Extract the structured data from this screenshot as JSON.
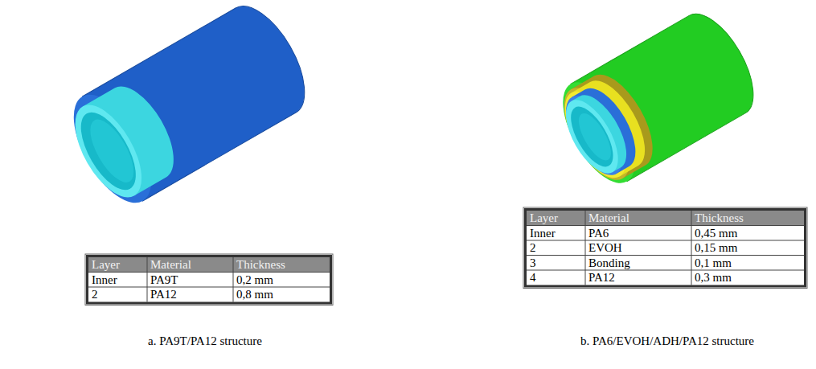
{
  "diagram": {
    "labels": [
      "Layer",
      "Material",
      "Thickness",
      "Inner",
      "PA9T",
      "0,2 mm",
      "2",
      "PA12",
      "0,8 mm",
      "a. PA9T/PA12 structure",
      "Layer",
      "Material",
      "Thickness",
      "Inner",
      "PA6",
      "0,45 mm",
      "2",
      "EVOH",
      "0,15 mm",
      "3",
      "Bonding",
      "0,1 mm",
      "4",
      "PA12",
      "0,3 mm",
      "b. PA6/EVOH/ADH/PA12 structure"
    ]
  }
}
